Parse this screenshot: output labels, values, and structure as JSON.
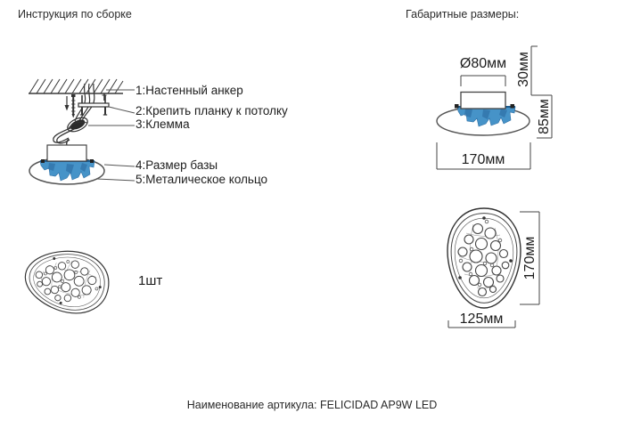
{
  "page": {
    "header_left": "Инструкция по сборке",
    "header_right": "Габаритные размеры:",
    "footer": "Наименование артикула: FELICIDAD AP9W LED"
  },
  "assembly": {
    "parts": [
      "1:Настенный анкер",
      "2:Крепить планку к потолку",
      "3:Клемма",
      "4:Размер базы",
      "5:Металическое кольцо"
    ],
    "quantity": "1шт"
  },
  "dimensions": {
    "side_view": {
      "base_diameter": "Ø80мм",
      "base_height": "30мм",
      "body_height": "85мм",
      "width": "170мм"
    },
    "front_view": {
      "height": "170мм",
      "width": "125мм"
    }
  },
  "colors": {
    "line": "#3a3a3a",
    "crystal_blue": "#4693c8",
    "crystal_shadow": "#2d6fa5"
  }
}
